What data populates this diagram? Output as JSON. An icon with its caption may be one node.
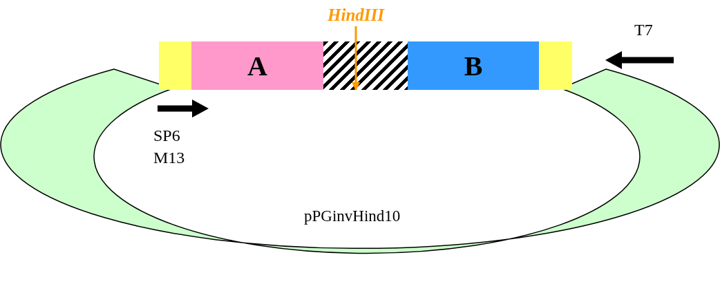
{
  "diagram": {
    "nodes": [
      {
        "text": [
          "HindIII"
        ]
      },
      {
        "text": [],
        "shape": "box"
      },
      {
        "text": [
          "A"
        ]
      },
      {
        "text": [],
        "shape": "box"
      },
      {
        "text": [
          "B"
        ]
      },
      {
        "text": [],
        "shape": "box"
      }
    ],
    "edges": [
      {
        "from": 0,
        "to": 3,
        "arrow": "to",
        "color": "#ff9900"
      }
    ],
    "labels": [
      "T7",
      "SP6",
      "M13",
      "pPGinvHind10"
    ]
  }
}
